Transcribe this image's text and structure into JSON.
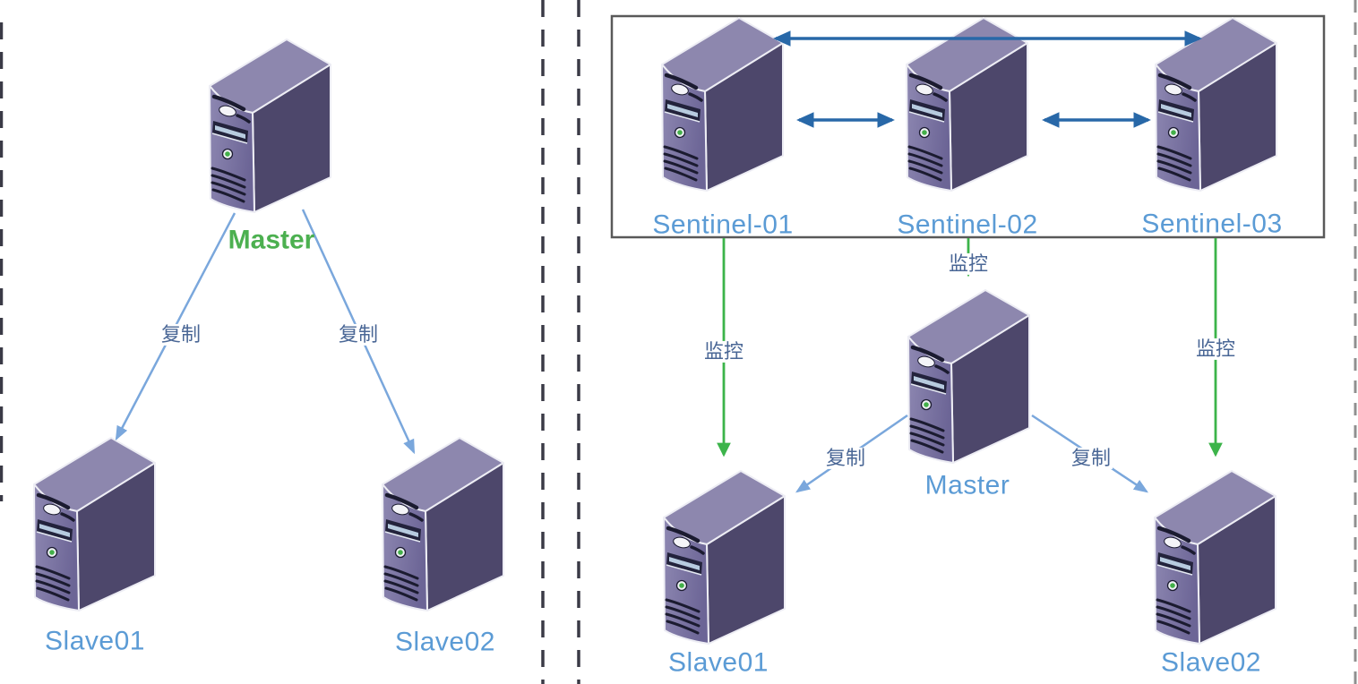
{
  "diagram": {
    "title": "redis-master-slave-and-sentinel-architecture",
    "left_panel": {
      "master": {
        "label": "Master"
      },
      "slaves": [
        {
          "label": "Slave01"
        },
        {
          "label": "Slave02"
        }
      ],
      "edges": [
        {
          "from": "Master",
          "to": "Slave01",
          "label": "复制"
        },
        {
          "from": "Master",
          "to": "Slave02",
          "label": "复制"
        }
      ]
    },
    "right_panel": {
      "sentinels": [
        {
          "label": "Sentinel-01"
        },
        {
          "label": "Sentinel-02"
        },
        {
          "label": "Sentinel-03"
        }
      ],
      "master": {
        "label": "Master"
      },
      "slaves": [
        {
          "label": "Slave01"
        },
        {
          "label": "Slave02"
        }
      ],
      "monitor_edges": [
        {
          "from": "Sentinel-01",
          "to": "Slave01",
          "label": "监控"
        },
        {
          "from": "Sentinel-02",
          "to": "Master",
          "label": "监控"
        },
        {
          "from": "Sentinel-03",
          "to": "Slave02",
          "label": "监控"
        }
      ],
      "replicate_edges": [
        {
          "from": "Master",
          "to": "Slave01",
          "label": "复制"
        },
        {
          "from": "Master",
          "to": "Slave02",
          "label": "复制"
        }
      ]
    },
    "colors": {
      "master_label_green": "#4CB050",
      "node_label_blue": "#5B9BD5",
      "edge_label_blue": "#4A6796",
      "replicate_arrow_blue": "#7AA7DC",
      "monitor_arrow_green": "#3CB44A",
      "sentinel_link_dark_blue": "#2868A8",
      "server_top_face": "#8D87AE",
      "server_side_face": "#4D476B",
      "server_front_face": "#7A74A3",
      "box_border_gray": "#595959"
    }
  }
}
